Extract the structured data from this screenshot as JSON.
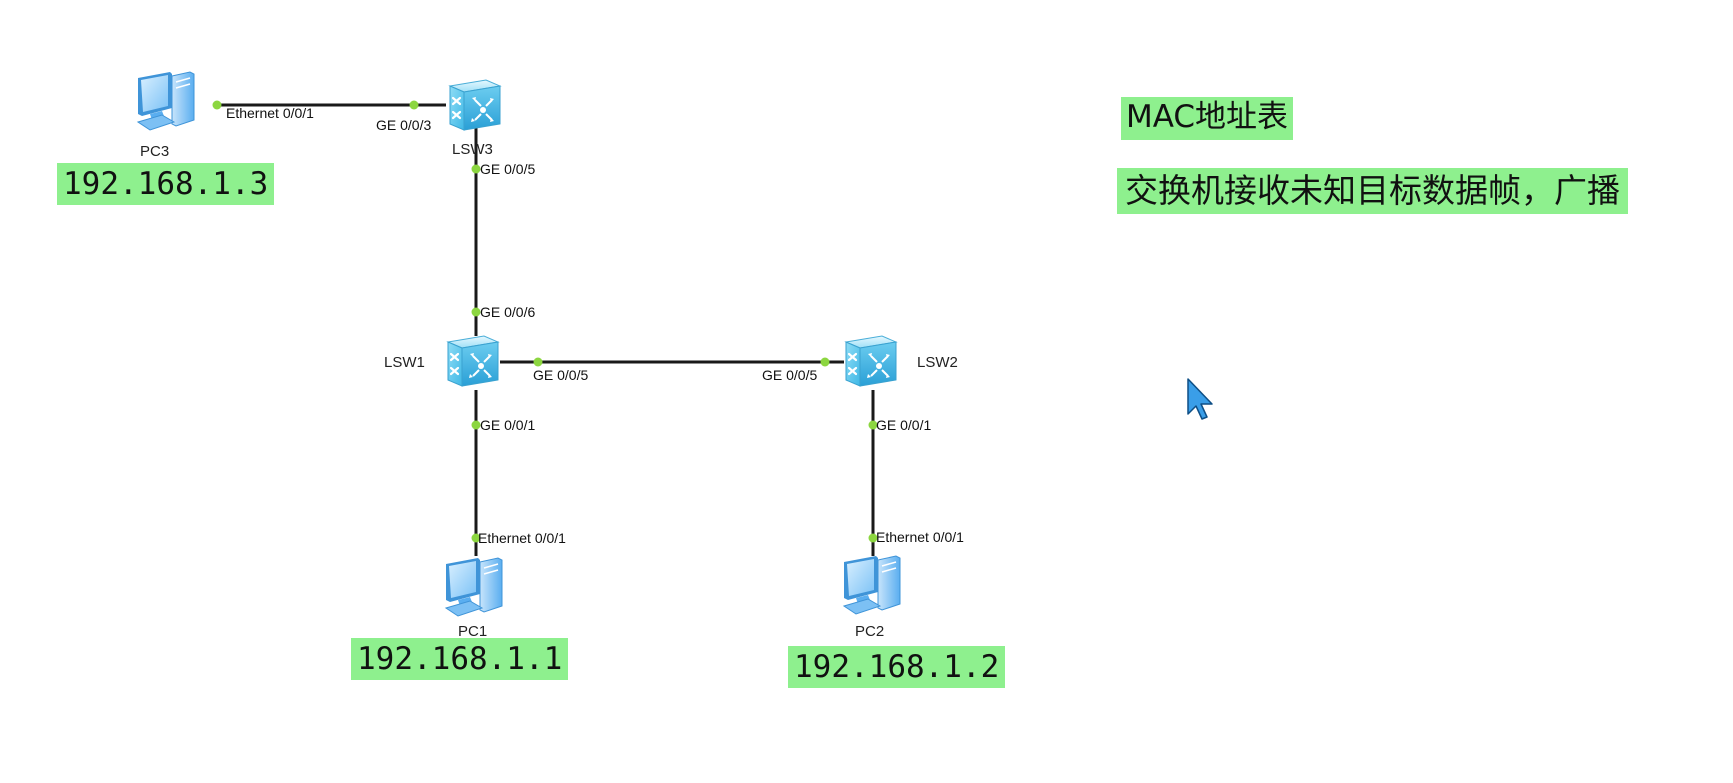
{
  "diagram": {
    "devices": {
      "pc3": {
        "label": "PC3",
        "ip": "192.168.1.3"
      },
      "lsw3": {
        "label": "LSW3"
      },
      "lsw1": {
        "label": "LSW1"
      },
      "lsw2": {
        "label": "LSW2"
      },
      "pc1": {
        "label": "PC1",
        "ip": "192.168.1.1"
      },
      "pc2": {
        "label": "PC2",
        "ip": "192.168.1.2"
      }
    },
    "links": [
      {
        "from": "pc3",
        "from_port": "Ethernet 0/0/1",
        "to": "lsw3",
        "to_port": "GE 0/0/3"
      },
      {
        "from": "lsw3",
        "from_port": "GE 0/0/5",
        "to": "lsw1",
        "to_port": "GE 0/0/6"
      },
      {
        "from": "lsw1",
        "from_port": "GE 0/0/5",
        "to": "lsw2",
        "to_port": "GE 0/0/5"
      },
      {
        "from": "lsw1",
        "from_port": "GE 0/0/1",
        "to": "pc1",
        "to_port": "Ethernet 0/0/1"
      },
      {
        "from": "lsw2",
        "from_port": "GE 0/0/1",
        "to": "pc2",
        "to_port": "Ethernet 0/0/1"
      }
    ]
  },
  "notes": {
    "title": "MAC地址表",
    "body": "交换机接收未知目标数据帧，广播"
  },
  "colors": {
    "highlight": "#8ef08e",
    "link": "#1a1a1a",
    "port_dot": "#8cd640",
    "switch": "#5cc8f0",
    "pc": "#4aa8f0",
    "cursor": "#3a9ee8"
  },
  "icons": {
    "switch": "l3-switch-icon",
    "pc": "pc-icon",
    "cursor": "mouse-pointer-icon"
  }
}
